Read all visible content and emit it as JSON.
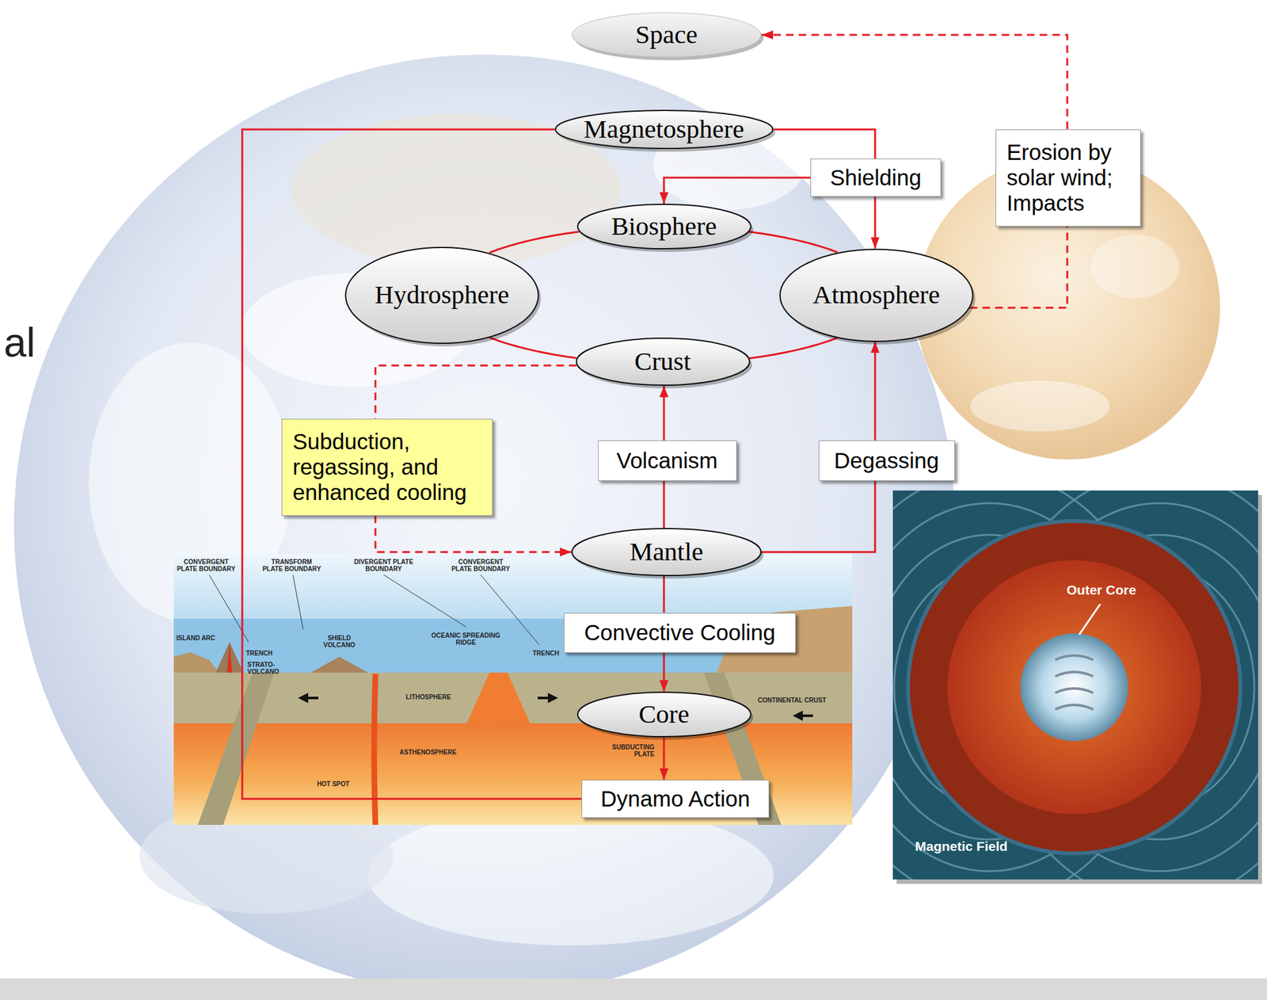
{
  "diagram": {
    "nodes": [
      {
        "text": [
          "Space"
        ]
      },
      {
        "text": [
          "Magnetosphere"
        ]
      },
      {
        "text": [
          "Shielding"
        ]
      },
      {
        "text": [
          "Erosion by solar wind; Impacts"
        ]
      },
      {
        "text": [
          "Biosphere"
        ]
      },
      {
        "text": [
          "Hydrosphere"
        ]
      },
      {
        "text": [
          "Atmosphere"
        ]
      },
      {
        "text": [
          "Crust"
        ]
      },
      {
        "text": [
          "Subduction, regassing, and enhanced cooling"
        ]
      },
      {
        "text": [
          "Volcanism"
        ]
      },
      {
        "text": [
          "Degassing"
        ]
      },
      {
        "text": [
          "Mantle"
        ]
      },
      {
        "text": [
          "Convective Cooling"
        ]
      },
      {
        "text": [
          "Core"
        ]
      },
      {
        "text": [
          "Dynamo Action"
        ]
      }
    ],
    "edges": [
      {
        "from": 1,
        "to": 2,
        "arrow": "none"
      },
      {
        "from": 2,
        "to": 6,
        "arrow": "to"
      },
      {
        "from": 2,
        "to": 4,
        "arrow": "to"
      },
      {
        "from": 14,
        "to": 1,
        "arrow": "none"
      },
      {
        "from": 6,
        "to": 3,
        "arrow": "none"
      },
      {
        "from": 3,
        "to": 0,
        "arrow": "to"
      },
      {
        "from": 4,
        "to": 6,
        "arrow": "none"
      },
      {
        "from": 6,
        "to": 7,
        "arrow": "none"
      },
      {
        "from": 7,
        "to": 5,
        "arrow": "none"
      },
      {
        "from": 5,
        "to": 4,
        "arrow": "none"
      },
      {
        "from": 7,
        "to": 8,
        "arrow": "none"
      },
      {
        "from": 8,
        "to": 11,
        "arrow": "to"
      },
      {
        "from": 11,
        "to": 9,
        "arrow": "none"
      },
      {
        "from": 9,
        "to": 7,
        "arrow": "to"
      },
      {
        "from": 11,
        "to": 10,
        "arrow": "none"
      },
      {
        "from": 10,
        "to": 6,
        "arrow": "to"
      },
      {
        "from": 11,
        "to": 12,
        "arrow": "none"
      },
      {
        "from": 12,
        "to": 13,
        "arrow": "to"
      },
      {
        "from": 13,
        "to": 14,
        "arrow": "to"
      }
    ],
    "labels": [
      "al",
      "CONVERGENT PLATE BOUNDARY",
      "TRANSFORM PLATE BOUNDARY",
      "DIVERGENT PLATE BOUNDARY",
      "CONVERGENT PLATE BOUNDARY",
      "TRENCH",
      "ISLAND ARC",
      "STRATO-VOLCANO",
      "SHIELD VOLCANO",
      "OCEANIC SPREADING RIDGE",
      "TRENCH",
      "LITHOSPHERE",
      "ASTHENOSPHERE",
      "HOT SPOT",
      "SUBDUCTING PLATE",
      "CONTINENTAL CRUST",
      "Outer Core",
      "Magnetic Field"
    ]
  }
}
